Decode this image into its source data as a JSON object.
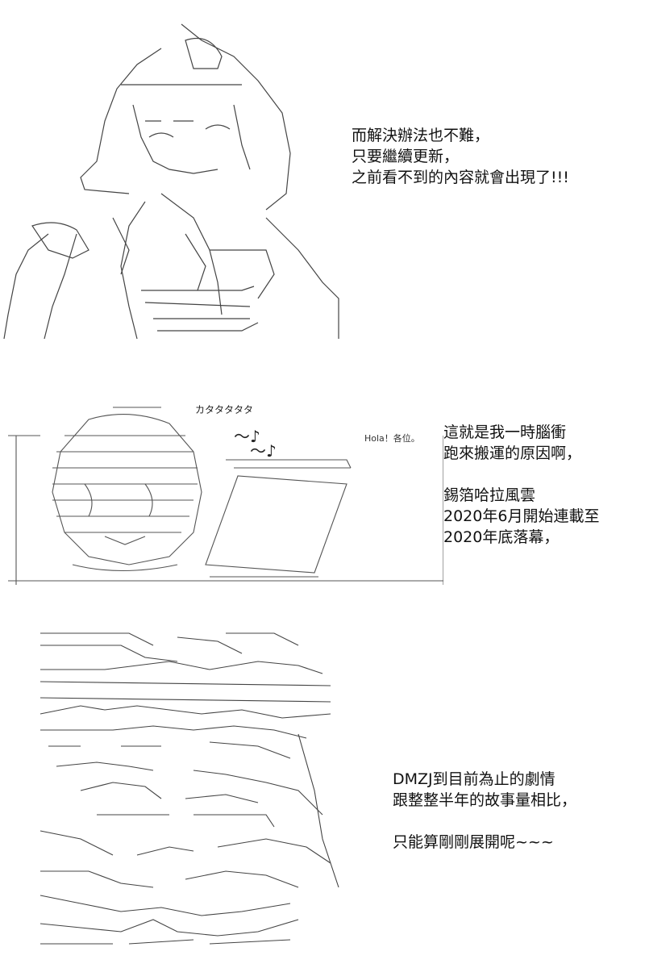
{
  "panel1": {
    "lines": [
      "而解決辦法也不難，",
      "只要繼續更新，",
      "之前看不到的內容就會出現了!!!"
    ]
  },
  "panel2": {
    "sfx": "カタタタタタ",
    "notes": [
      "～♪",
      "～♪"
    ],
    "greeting": "Hola！各位。",
    "lines": [
      "這就是我一時腦衝",
      "跑來搬運的原因啊，",
      "",
      "錫箔哈拉風雲",
      "2020年6月開始連載至",
      "2020年底落幕，"
    ]
  },
  "panel3": {
    "lines": [
      "DMZJ到目前為止的劇情",
      "跟整整半年的故事量相比，",
      "",
      "只能算剛剛展開呢~~~"
    ]
  }
}
